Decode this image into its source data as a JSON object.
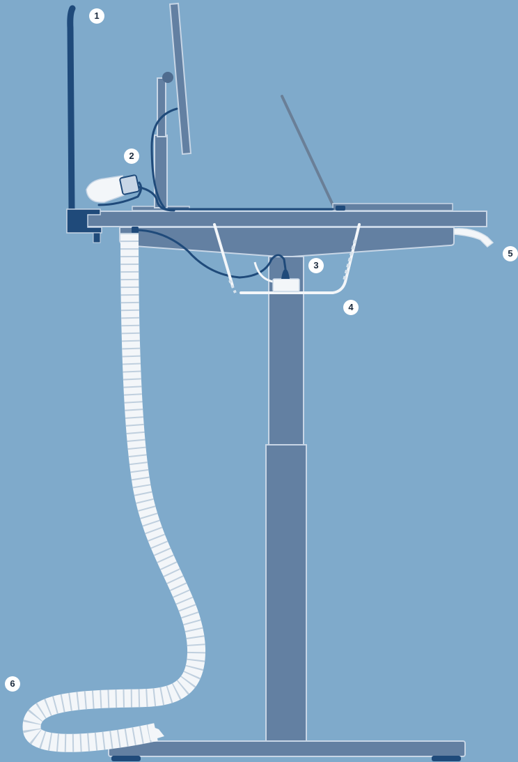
{
  "colors": {
    "background": "#7faacb",
    "desk_blue": "#6380a2",
    "desk_outline": "#c8d6e6",
    "cable_dark": "#1f4a7a",
    "hose_white": "#f3f6f9",
    "hose_shadow": "#d7e2ec",
    "badge_fill": "#ffffff",
    "badge_text": "#1b2a3d"
  },
  "callouts": [
    {
      "label": "1",
      "part": "flexible-arm"
    },
    {
      "label": "2",
      "part": "clamp-connector"
    },
    {
      "label": "3",
      "part": "power-adapter"
    },
    {
      "label": "4",
      "part": "cable-tray"
    },
    {
      "label": "5",
      "part": "rear-hose-end"
    },
    {
      "label": "6",
      "part": "extraction-hose"
    }
  ],
  "icons": [
    "flexible-arm-icon",
    "clamp-icon",
    "monitor-icon",
    "laptop-icon",
    "desk-icon",
    "hose-icon",
    "cable-tray-icon",
    "adapter-icon"
  ]
}
